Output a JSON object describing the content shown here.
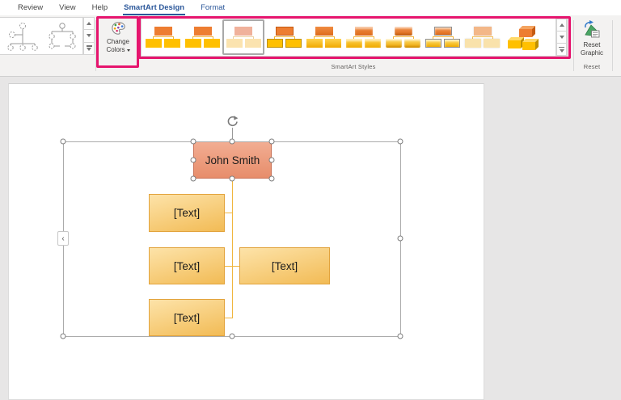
{
  "tabs": [
    {
      "label": "Review",
      "active": false
    },
    {
      "label": "View",
      "active": false
    },
    {
      "label": "Help",
      "active": false
    },
    {
      "label": "SmartArt Design",
      "active": true
    },
    {
      "label": "Format",
      "active": false
    }
  ],
  "ribbon": {
    "change_colors": {
      "line1": "Change",
      "line2": "Colors"
    },
    "styles_group_label": "SmartArt Styles",
    "reset_button": {
      "line1": "Reset",
      "line2": "Graphic"
    },
    "reset_group_label": "Reset",
    "styles_gallery": {
      "selected_index": 2,
      "items": [
        {
          "variant": "flat"
        },
        {
          "variant": "flat"
        },
        {
          "variant": "subtle-selected"
        },
        {
          "variant": "flat-outline"
        },
        {
          "variant": "gradient"
        },
        {
          "variant": "glossy"
        },
        {
          "variant": "glossy-bevel"
        },
        {
          "variant": "metallic"
        },
        {
          "variant": "soft"
        },
        {
          "variant": "3d-bricks"
        }
      ]
    }
  },
  "canvas": {
    "org_chart": {
      "root": "John Smith",
      "children": [
        "[Text]",
        "[Text]",
        "[Text]"
      ],
      "side": "[Text]"
    }
  },
  "icons": {
    "collapse_chevron": "‹",
    "dropdown_chevron": "chevron-down",
    "scroll_up": "triangle-up",
    "scroll_down": "triangle-down",
    "gallery_more": "more-bar-triangle",
    "change_colors_icon": "palette-icon",
    "reset_graphic_icon": "reset-shape-icon",
    "rotate_icon": "rotate-arrow-icon"
  },
  "colors": {
    "highlight_pink": "#e6156e",
    "active_tab_blue": "#2b579a",
    "root_fill": "#ec9c80",
    "root_border": "#c97257",
    "child_fill_top": "#fde3a9",
    "child_fill_bottom": "#f2bb55",
    "child_border": "#e2a33c",
    "connector_gold": "#f0b63e",
    "thumb_orange": "#ed7d31",
    "thumb_gold": "#ffc000",
    "canvas_gray": "#e7e6e6"
  }
}
